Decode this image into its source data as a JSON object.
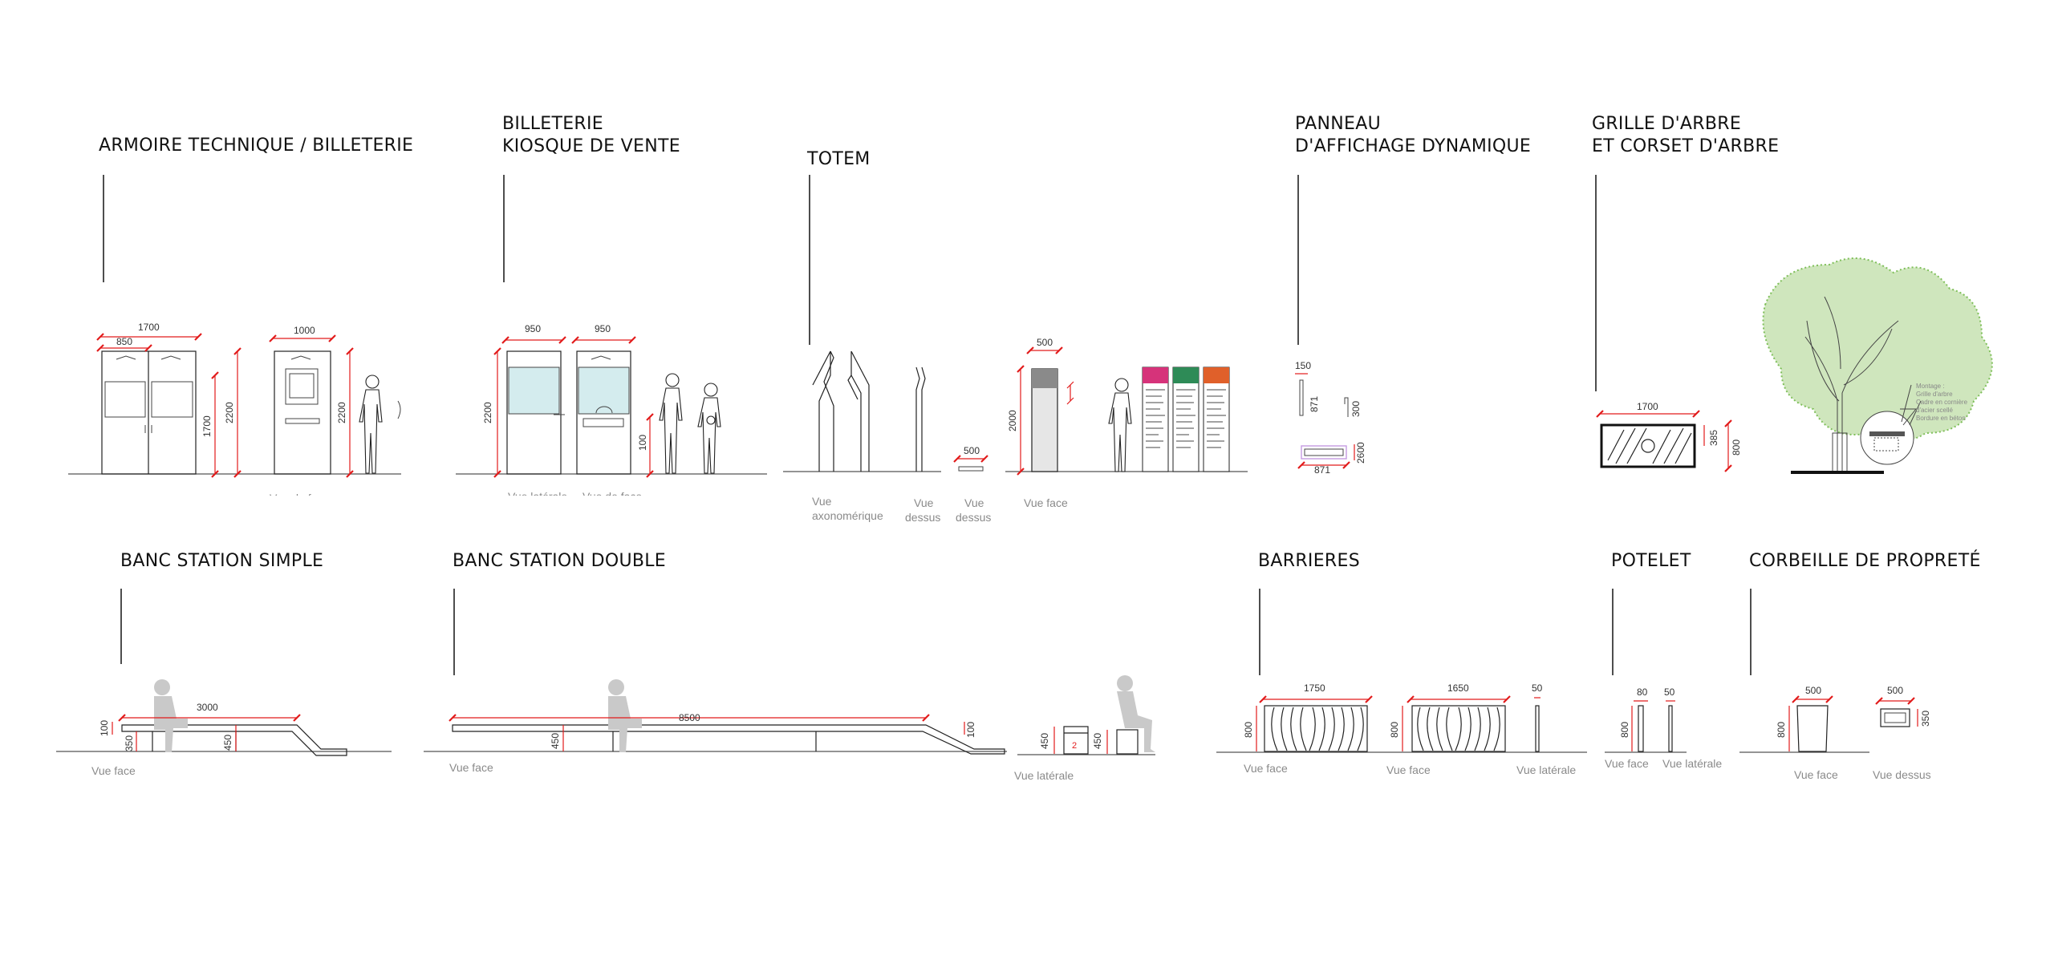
{
  "sections": {
    "armoire": {
      "title_1": "ARMOIRE TECHNIQUE / BILLETERIE",
      "dims": {
        "w_total": "1700",
        "w_half": "850",
        "h_inner": "1700",
        "h_total": "2200",
        "w_single": "1000",
        "h_single": "2200"
      },
      "caption": "Vue de face"
    },
    "billeterie": {
      "title_1": "BILLETERIE",
      "title_2": "KIOSQUE DE VENTE",
      "dims": {
        "w_left": "950",
        "w_right": "950",
        "h": "2200",
        "h_small": "100"
      },
      "caption_left": "Vue latérale",
      "caption_right": "Vue de face"
    },
    "totem": {
      "title_1": "TOTEM",
      "dims": {
        "w_top": "500",
        "w_face": "500",
        "h_face": "2000"
      },
      "caption_axo_1": "Vue",
      "caption_axo_2": "axonomérique",
      "caption_dessus_a_1": "Vue",
      "caption_dessus_a_2": "dessus",
      "caption_dessus_b_1": "Vue",
      "caption_dessus_b_2": "dessus",
      "caption_face": "Vue face"
    },
    "panneau": {
      "title_1": "PANNEAU",
      "title_2": "D'AFFICHAGE DYNAMIQUE",
      "dims": {
        "w_top": "150",
        "h_side": "871",
        "h_small": "300",
        "w_bottom": "871",
        "h_bottom": "2600"
      }
    },
    "grille": {
      "title_1": "GRILLE D'ARBRE",
      "title_2": "ET CORSET D'ARBRE",
      "dims": {
        "w": "1700",
        "h_small": "385",
        "h": "800"
      },
      "legend": [
        "Montage :",
        "Grille d'arbre",
        "Cadre en cornière",
        "d'acier scellé",
        "Bordure en béton"
      ]
    },
    "banc_simple": {
      "title_1": "BANC STATION SIMPLE",
      "dims": {
        "w": "3000",
        "h_top": "100",
        "h_left": "350",
        "h_mid": "450"
      },
      "caption": "Vue face"
    },
    "banc_double": {
      "title_1": "BANC STATION DOUBLE",
      "dims": {
        "w": "8500",
        "h_left": "450",
        "h_right": "100",
        "h_side_a": "450",
        "h_side_b": "450",
        "mark": "2"
      },
      "caption_face": "Vue face",
      "caption_side": "Vue latérale"
    },
    "barrieres": {
      "title_1": "BARRIERES",
      "dims": {
        "w_a": "1750",
        "h_a": "800",
        "w_b": "1650",
        "h_b": "800",
        "w_c": "50"
      },
      "caption_a": "Vue face",
      "caption_b": "Vue face",
      "caption_c": "Vue latérale"
    },
    "potelet": {
      "title_1": "POTELET",
      "dims": {
        "w_a": "80",
        "h_a": "800",
        "w_b": "50"
      },
      "caption_a": "Vue face",
      "caption_b": "Vue latérale"
    },
    "corbeille": {
      "title_1": "CORBEILLE DE PROPRETÉ",
      "dims": {
        "w_a": "500",
        "h_a": "800",
        "w_b": "500",
        "h_b": "350"
      },
      "caption_a": "Vue face",
      "caption_b": "Vue dessus"
    }
  },
  "colors": {
    "dimension": "#e21b1b",
    "silhouette": "#c9c9c9",
    "glass": "#d4ecee",
    "tree": "#7fbf5a",
    "panel_pink": "#d6337a",
    "panel_green": "#2e8b57",
    "panel_orange": "#e0602a",
    "screen_purple": "#c59be0"
  }
}
